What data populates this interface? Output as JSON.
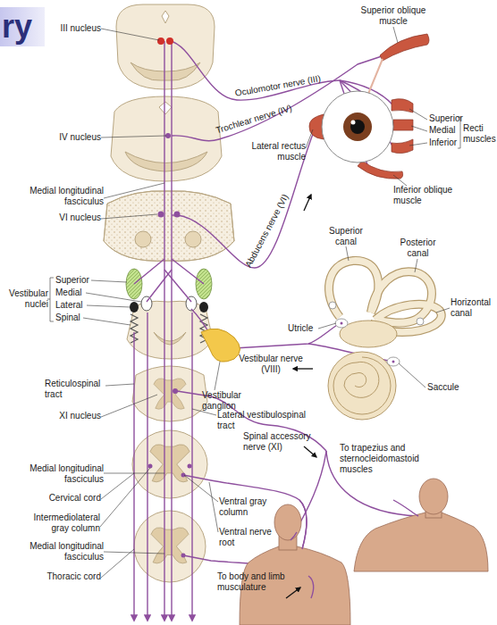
{
  "diagram": {
    "title": "ry",
    "labels": [
      "III nucleus",
      "Superior oblique muscle",
      "Oculomotor nerve (III)",
      "Trochlear nerve (IV)",
      "IV nucleus",
      "Superior",
      "Medial",
      "Inferior",
      "Recti muscles",
      "Lateral rectus muscle",
      "Inferior oblique muscle",
      "Medial longitudinal fasciculus",
      "VI nucleus",
      "Abducens nerve (VI)",
      "Superior canal",
      "Posterior canal",
      "Superior",
      "Medial",
      "Lateral",
      "Spinal",
      "Vestibular nuclei",
      "Horizontal canal",
      "Utricle",
      "Vestibular nerve (VIII)",
      "Vestibular ganglion",
      "Saccule",
      "Reticulospinal tract",
      "Lateral vestibulospinal tract",
      "XI nucleus",
      "Spinal accessory nerve (XI)",
      "To trapezius and sternocleidomastoid muscles",
      "Medial longitudinal fasciculus",
      "Cervical cord",
      "Ventral gray column",
      "Intermediolateral gray column",
      "Ventral nerve root",
      "Medial longitudinal fasciculus",
      "Thoracic cord",
      "To body and limb musculature"
    ]
  }
}
